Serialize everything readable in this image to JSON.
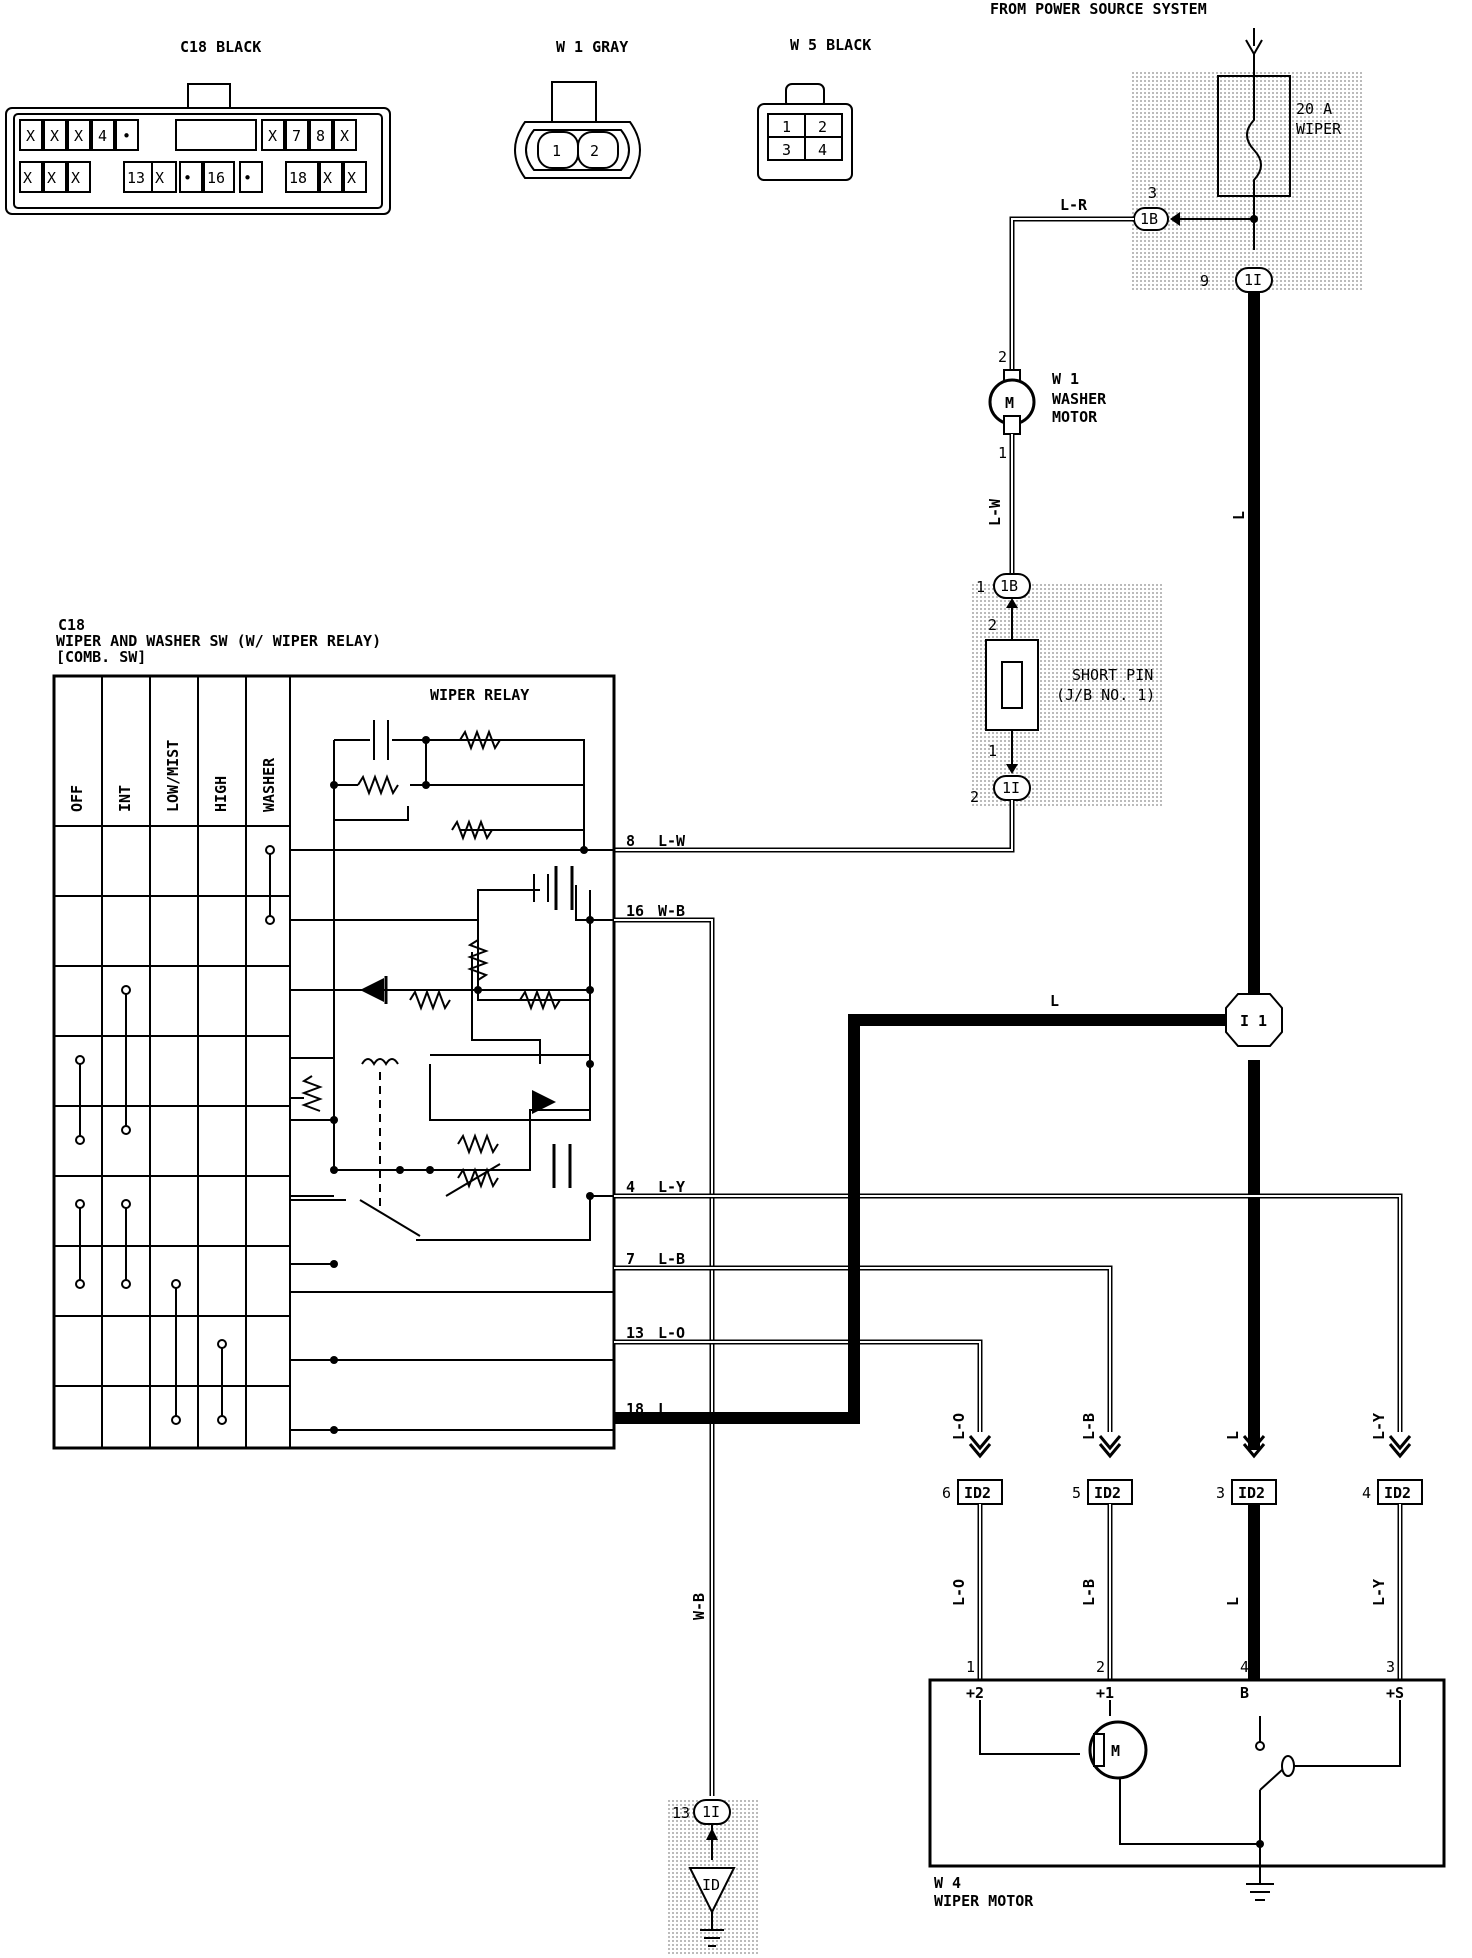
{
  "connectors": {
    "c18_label": "C18 BLACK",
    "w1_label": "W 1 GRAY",
    "w5_label": "W 5 BLACK",
    "c18_top_pins": [
      "X",
      "X",
      "X",
      "4",
      "•",
      "",
      "X",
      "7",
      "8",
      "X"
    ],
    "c18_bottom_pins": [
      "X",
      "X",
      "X",
      "13",
      "X",
      "•",
      "16",
      "•",
      "18",
      "X",
      "X"
    ],
    "w1_pins": [
      "1",
      "2"
    ],
    "w5_pins": [
      "1",
      "2",
      "3",
      "4"
    ]
  },
  "power": {
    "source_label": "FROM POWER SOURCE SYSTEM",
    "fuse_amp": "20 A",
    "fuse_name": "WIPER",
    "pin_3": "3",
    "pin_9": "9",
    "conn_1b": "1B",
    "conn_1i": "1I",
    "wire_lr": "L-R",
    "wire_l": "L"
  },
  "washer_motor": {
    "id": "W 1",
    "name_line1": "WASHER",
    "name_line2": "MOTOR",
    "pin_2": "2",
    "pin_1": "1",
    "motor_symbol": "M",
    "wire_lw": "L-W"
  },
  "short_pin": {
    "title": "SHORT PIN",
    "subtitle": "(J/B NO. 1)",
    "pin_1_top": "1",
    "pin_2_top": "2",
    "pin_1_bottom": "1",
    "pin_2_bottom": "2",
    "conn_1b": "1B",
    "conn_1i": "1I"
  },
  "switch": {
    "id": "C18",
    "title": "WIPER AND WASHER SW (W/ WIPER RELAY)",
    "subtitle": "[COMB. SW]",
    "relay_label": "WIPER RELAY",
    "positions": [
      "OFF",
      "INT",
      "LOW/MIST",
      "HIGH",
      "WASHER"
    ],
    "terminals": [
      {
        "pin": "8",
        "wire": "L-W"
      },
      {
        "pin": "16",
        "wire": "W-B"
      },
      {
        "pin": "4",
        "wire": "L-Y"
      },
      {
        "pin": "7",
        "wire": "L-B"
      },
      {
        "pin": "13",
        "wire": "L-O"
      },
      {
        "pin": "18",
        "wire": "L"
      }
    ]
  },
  "junction": {
    "label": "I 1",
    "wire_l": "L"
  },
  "wiper_motor": {
    "id": "W 4",
    "name": "WIPER MOTOR",
    "motor_symbol": "M",
    "connector": "ID2",
    "pins": [
      {
        "num": "6",
        "wire": "L-O",
        "motor_pin": "1",
        "terminal": "+2"
      },
      {
        "num": "5",
        "wire": "L-B",
        "motor_pin": "2",
        "terminal": "+1"
      },
      {
        "num": "3",
        "wire": "L",
        "motor_pin": "4",
        "terminal": "B"
      },
      {
        "num": "4",
        "wire": "L-Y",
        "motor_pin": "3",
        "terminal": "+S"
      }
    ]
  },
  "ground": {
    "pin": "13",
    "conn": "1I",
    "wire": "W-B",
    "ground_label": "ID"
  }
}
